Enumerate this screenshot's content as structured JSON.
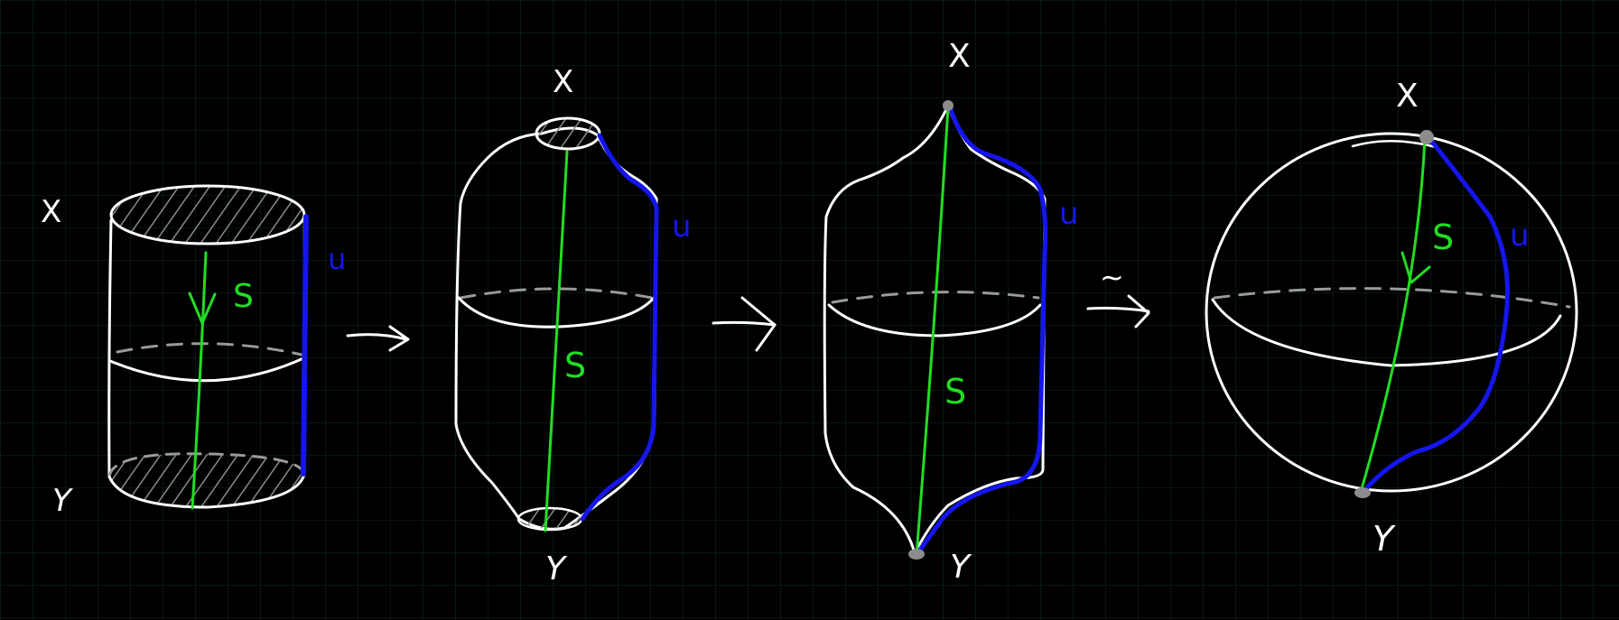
{
  "colors": {
    "background": "#000000",
    "grid": "#0d2a2a",
    "stroke": "#ffffff",
    "dash": "#9a9a9a",
    "hatch_fill": "#8a8a8a",
    "path_s": "#22dd22",
    "path_u": "#1515ee",
    "point": "#8c8c8c"
  },
  "labels": {
    "fig1": {
      "x": "X",
      "y": "Y",
      "s": "S",
      "u": "u"
    },
    "fig2": {
      "x": "X",
      "y": "Y",
      "s": "S",
      "u": "u"
    },
    "fig3": {
      "x": "X",
      "y": "Y",
      "s": "S",
      "u": "u"
    },
    "fig4": {
      "x": "X",
      "y": "Y",
      "s": "S",
      "u": "u"
    },
    "homeo": "~"
  }
}
